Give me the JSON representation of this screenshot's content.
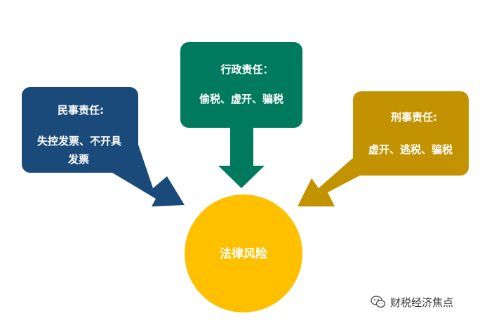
{
  "colors": {
    "civil": "#1a4a7a",
    "administrative": "#007a5e",
    "criminal": "#c29200",
    "center": "#ffc000",
    "text": "#ffffff"
  },
  "civil": {
    "title": "民事责任:",
    "body_line1": "失控发票、不开具",
    "body_line2": "发票"
  },
  "administrative": {
    "title": "行政责任：",
    "body": "偷税、虚开、骗税"
  },
  "criminal": {
    "title": "刑事责任:",
    "body": "虚开、逃税、骗税"
  },
  "center": {
    "label": "法律风险"
  },
  "watermark": {
    "icon": "wechat-icon",
    "text": "财税经济焦点"
  }
}
